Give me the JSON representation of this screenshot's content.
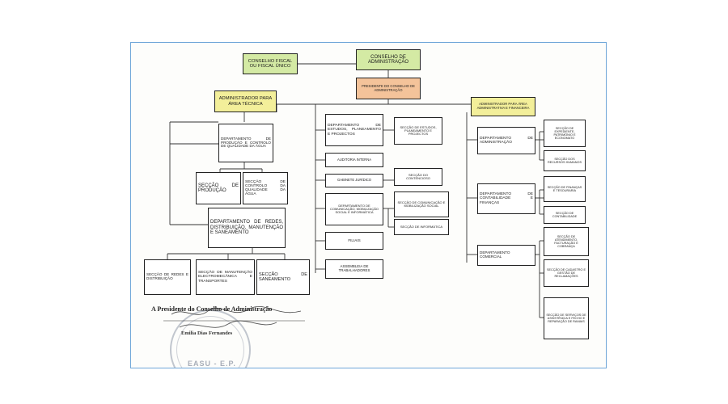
{
  "org_chart": {
    "conselho_fiscal": "CONSELHO FISCAL OU FISCAL ÚNICO",
    "conselho_administracao": "CONSELHO DE ADMINISTRAÇÃO",
    "presidente": "PRESIDENTE DO CONSELHO DE ADMINISTRAÇÃO",
    "administrador_tecnico": "ADMINISTRADOR PARA ÁREA TÉCNICA",
    "administrador_financeiro": "ADMINISTRADOR PARA ÁREA ADMINISTRATIVA E FINANCEIRA",
    "tecnica": {
      "dep_producao": "DEPARTAMENTO DE PRODUÇÃO E CONTROLO DE QUALIDADE DA ÁGUA",
      "sec_producao": "SECÇÃO DE PRODUÇÃO",
      "sec_controlo": "SECÇÃO DE CONTROLO DA QUALIDADE DA ÁGUA",
      "dep_redes": "DEPARTAMENTO DE REDES, DISTRIBUIÇÃO, MANUTENÇÃO E SANEAMENTO",
      "sec_redes": "SECÇÃO DE REDES E DISTRIBUIÇÃO",
      "sec_manutencao": "SECÇÃO DE MANUTENÇÃO ELECTROMECÂNICA E TRANSPORTES",
      "sec_saneamento": "SECÇÃO DE SANEAMENTO"
    },
    "centro": {
      "dep_estudos": "DEPARTAMENTO DE ESTUDOS, PLANEAMENTO E PROJECTOS",
      "sec_estudos": "SECÇÃO DE ESTUDOS, PLANEAMENTO E PROJECTOS",
      "auditoria": "AUDITORIA INTERNA",
      "gabinete_juridico": "GABINETE JURÍDICO",
      "sec_contencioso": "SECÇÃO DO CONTENCIOSO",
      "dep_comunicacao": "DEPARTAMENTO DE COMUNICAÇÃO, MOBILIZAÇÃO SOCIAL E INFORMÁTICA",
      "sec_comunicacao": "SECÇÃO DE COMUNICAÇÃO E MOBILIZAÇÃO SOCIAL",
      "sec_informatica": "SECÇÃO DE INFORMÁTICA",
      "filiais": "FILIAIS",
      "assembleia": "ASSEMBLEIA DE TRABALHADORES"
    },
    "financeira": {
      "dep_administracao": "DEPARTAMENTO DE ADMINISTRAÇÃO",
      "sec_expediente": "SECÇÃO DE EXPEDIENTE, PATRIMÓNIO E ECONOMATO",
      "sec_recursos": "SECÇÃO DOS RECURSOS HUMANOS",
      "dep_contabilidade": "DEPARTAMENTO DE CONTABILIDADE E FINANÇAS",
      "sec_finanças": "SECÇÃO DE FINANÇAS E TESOURARIA",
      "sec_contabilidade": "SECÇÃO DE CONTABILIDADE",
      "dep_comercial": "DEPARTAMENTO COMERCIAL",
      "sec_atendimento": "SECÇÃO DE ATENDIMENTO, FACTURAÇÃO E COBRANÇA",
      "sec_cadastro": "SECÇÃO DE CADASTRO E GESTÃO DE RECLAMAÇÕES",
      "sec_servicos": "SECÇÃO DE SERVIÇOS DE ASSISTÊNCIA E FECHO E REPARAÇÃO DE RAMAIS"
    }
  },
  "signature": {
    "title": "A Presidente do Conselho de Administração",
    "name": "Emilia Dias Fernandes",
    "stamp": "EASU - E.P."
  }
}
